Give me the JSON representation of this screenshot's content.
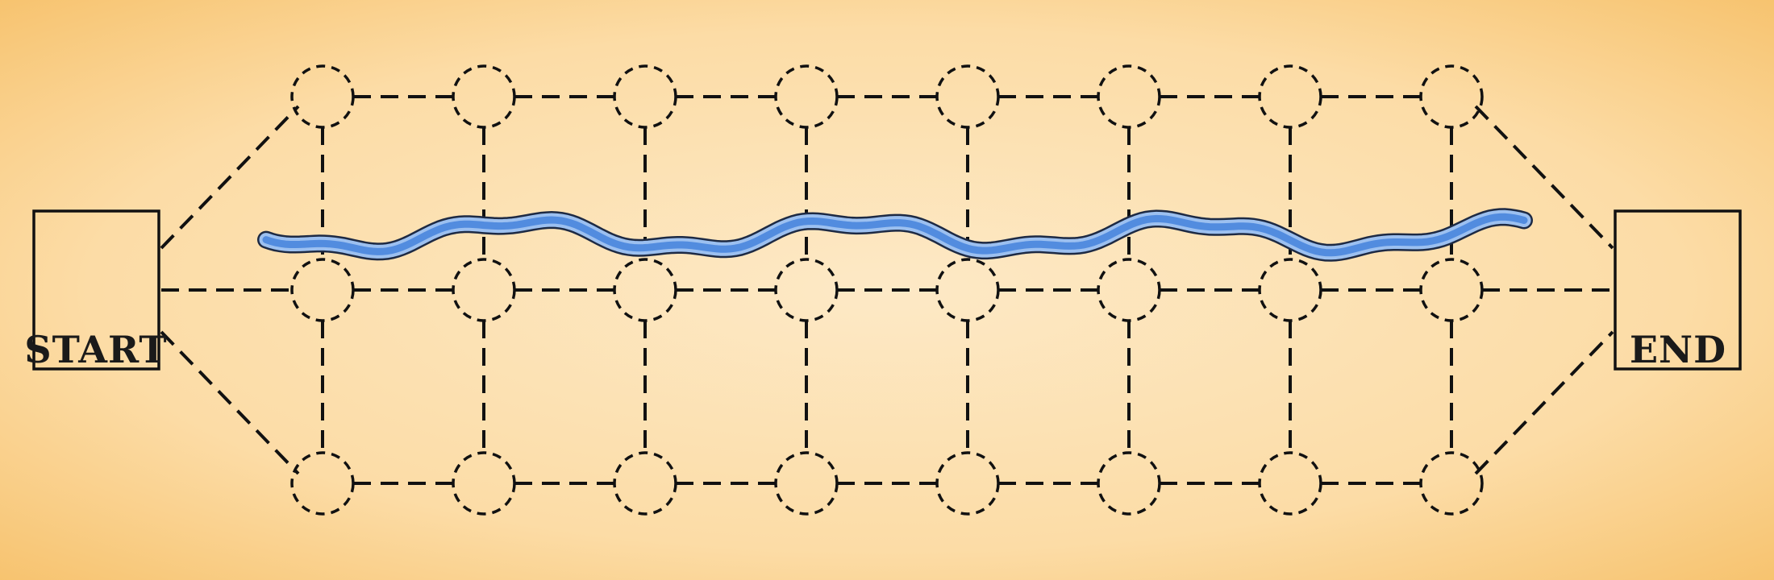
{
  "board": {
    "start_label": "START",
    "end_label": "END",
    "colors": {
      "background_center": "#fde7c0",
      "background_edge": "#f7c26a",
      "line": "#111111",
      "river": "#4a86dd",
      "river_light": "#9cc0f0"
    },
    "grid": {
      "rows": 3,
      "columns": 8,
      "node_style": "dashed-circle",
      "edge_style": "dashed-line"
    },
    "river": {
      "present": true,
      "crosses_row": 2
    }
  }
}
